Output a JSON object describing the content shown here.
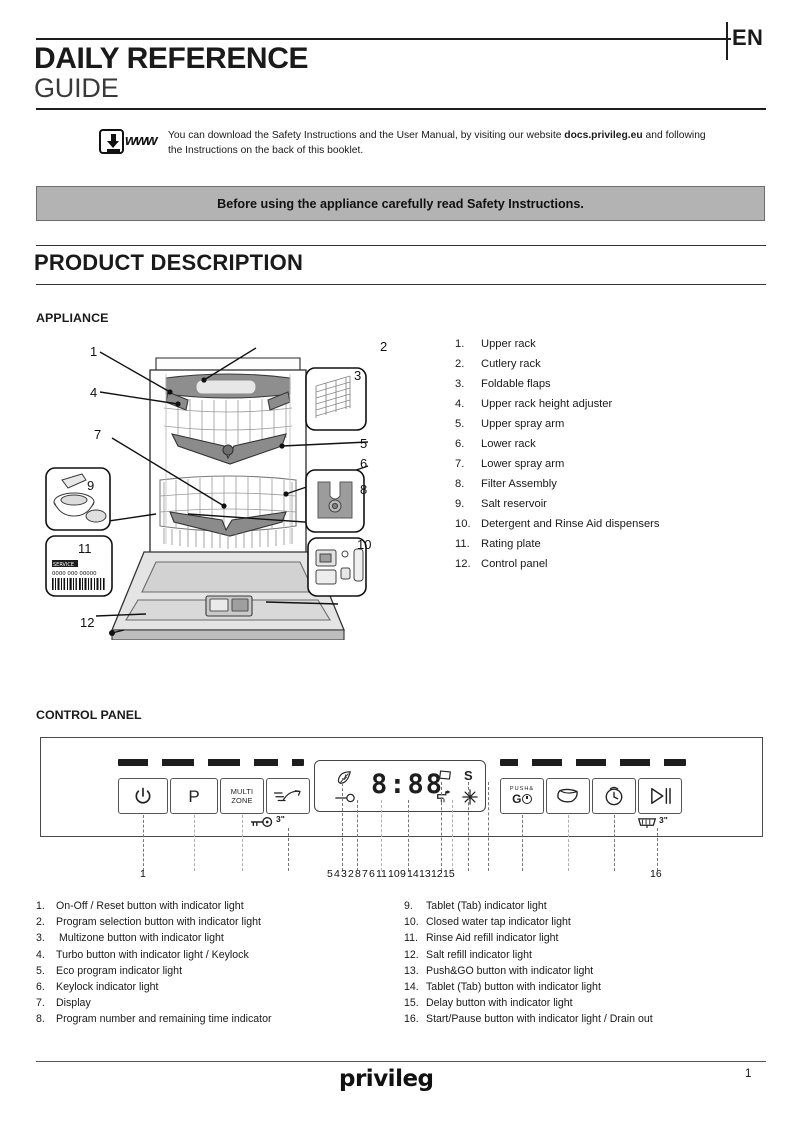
{
  "header": {
    "language_tab": "EN",
    "title_line1": "DAILY REFERENCE",
    "title_line2": "GUIDE"
  },
  "download_note": {
    "icon": "download-www-icon",
    "www_label": "www",
    "text_before": "You can download the Safety Instructions and the User Manual, by visiting our website ",
    "website": "docs.privileg.eu",
    "text_after": " and following the Instructions on the back of this booklet."
  },
  "banner": {
    "text": "Before using the appliance carefully read Safety Instructions."
  },
  "product_description": {
    "section_title": "PRODUCT  DESCRIPTION",
    "appliance_subtitle": "APPLIANCE",
    "control_panel_subtitle": "CONTROL PANEL"
  },
  "appliance_legend": [
    {
      "num": "1.",
      "label": "Upper rack"
    },
    {
      "num": "2.",
      "label": "Cutlery rack"
    },
    {
      "num": "3.",
      "label": "Foldable flaps"
    },
    {
      "num": "4.",
      "label": "Upper rack height adjuster"
    },
    {
      "num": "5.",
      "label": "Upper spray arm"
    },
    {
      "num": "6.",
      "label": "Lower rack"
    },
    {
      "num": "7.",
      "label": "Lower spray arm"
    },
    {
      "num": "8.",
      "label": "Filter Assembly"
    },
    {
      "num": "9.",
      "label": "Salt reservoir"
    },
    {
      "num": "10.",
      "label": "Detergent and Rinse Aid dispensers"
    },
    {
      "num": "11.",
      "label": "Rating plate"
    },
    {
      "num": "12.",
      "label": "Control panel"
    }
  ],
  "appliance_diagram": {
    "callouts": [
      "1",
      "2",
      "3",
      "4",
      "5",
      "6",
      "7",
      "8",
      "9",
      "10",
      "11",
      "12"
    ],
    "inset_9_icon": "salt-pouring-icon",
    "inset_8_icon": "filter-assembly-icon",
    "inset_10_icon": "detergent-dispenser-icon",
    "inset_3_icon": "foldable-flaps-icon",
    "rating_plate": {
      "service_label": "SERVICE",
      "barcode_number": "0000 000 00000"
    }
  },
  "control_panel": {
    "left_buttons": [
      {
        "name": "on-off-reset",
        "glyph": "⏻",
        "type": "power"
      },
      {
        "name": "program-selection",
        "glyph": "P",
        "type": "text"
      },
      {
        "name": "multizone",
        "glyph": "MULTI\nZONE",
        "type": "multizone"
      },
      {
        "name": "turbo",
        "glyph": "turbo",
        "type": "turbo"
      }
    ],
    "right_buttons": [
      {
        "name": "push-and-go",
        "glyph": "PUSH&GO",
        "type": "pushgo"
      },
      {
        "name": "tablet-tab",
        "glyph": "tablet",
        "type": "tablet"
      },
      {
        "name": "delay",
        "glyph": "clock",
        "type": "clock"
      },
      {
        "name": "start-pause",
        "glyph": "play-pause",
        "type": "playpause"
      }
    ],
    "display": {
      "eco_icon": "leaf-icon",
      "keylock_icon": "key-icon",
      "digits": "8:88",
      "tablet_icon": "tablet-icon",
      "salt_letter": "S",
      "tap_icon": "water-tap-icon",
      "rinse_aid_icon": "star-icon"
    },
    "hold_markers": [
      {
        "icon": "key-icon",
        "label": "3\""
      },
      {
        "icon": "drain-icon",
        "label": "3\""
      }
    ],
    "callout_numbers_left": [
      "1"
    ],
    "callout_numbers_center": [
      "5",
      "4",
      "3",
      "2",
      "8",
      "7",
      "6",
      "11",
      "10",
      "9",
      "14",
      "13",
      "12",
      "15"
    ],
    "callout_numbers_right": [
      "16"
    ]
  },
  "control_panel_legend_left": [
    {
      "num": "1.",
      "label": "On-Off / Reset button with indicator light"
    },
    {
      "num": "2.",
      "label": "Program selection button with indicator light"
    },
    {
      "num": "3.",
      "label": " Multizone button with indicator light"
    },
    {
      "num": "4.",
      "label": "Turbo button with indicator light / Keylock"
    },
    {
      "num": "5.",
      "label": "Eco program indicator light"
    },
    {
      "num": "6.",
      "label": "Keylock indicator light"
    },
    {
      "num": "7.",
      "label": "Display"
    },
    {
      "num": "8.",
      "label": "Program number and remaining time indicator"
    }
  ],
  "control_panel_legend_right": [
    {
      "num": "9.",
      "label": "Tablet (Tab) indicator light"
    },
    {
      "num": "10.",
      "label": "Closed water tap indicator light"
    },
    {
      "num": "11.",
      "label": "Rinse Aid refill indicator light"
    },
    {
      "num": "12.",
      "label": "Salt refill indicator light"
    },
    {
      "num": "13.",
      "label": "Push&GO button with indicator light"
    },
    {
      "num": "14.",
      "label": "Tablet (Tab) button with indicator light"
    },
    {
      "num": "15.",
      "label": "Delay button with indicator light"
    },
    {
      "num": "16.",
      "label": "Start/Pause button with indicator light / Drain out"
    }
  ],
  "footer": {
    "brand": "privileg",
    "page_number": "1"
  },
  "colors": {
    "banner_bg": "#b3b3b3",
    "rule": "#1d1d1d",
    "text": "#1a1a1a"
  }
}
